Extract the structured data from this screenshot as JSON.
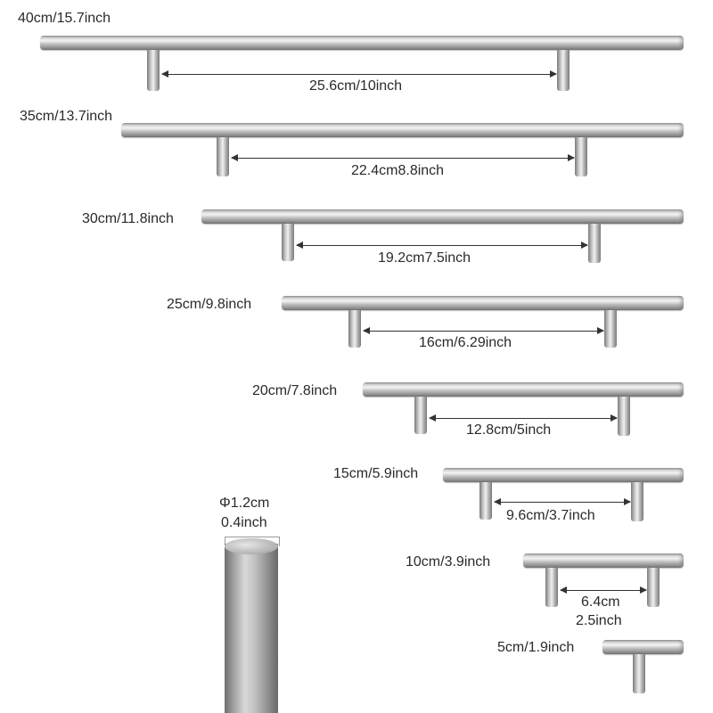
{
  "handles": [
    {
      "length_label": "40cm/15.7inch",
      "spacing_label": "25.6cm/10inch"
    },
    {
      "length_label": "35cm/13.7inch",
      "spacing_label": "22.4cm8.8inch"
    },
    {
      "length_label": "30cm/11.8inch",
      "spacing_label": "19.2cm7.5inch"
    },
    {
      "length_label": "25cm/9.8inch",
      "spacing_label": "16cm/6.29inch"
    },
    {
      "length_label": "20cm/7.8inch",
      "spacing_label": "12.8cm/5inch"
    },
    {
      "length_label": "15cm/5.9inch",
      "spacing_label": "9.6cm/3.7inch"
    },
    {
      "length_label": "10cm/3.9inch",
      "spacing_label_line1": "6.4cm",
      "spacing_label_line2": "2.5inch"
    },
    {
      "length_label": "5cm/1.9inch"
    }
  ],
  "diameter": {
    "line1": "Φ1.2cm",
    "line2": "0.4inch"
  },
  "colors": {
    "metal_light": "#f4f4f4",
    "metal_dark": "#6f6f6f",
    "text": "#2a2a2a"
  }
}
